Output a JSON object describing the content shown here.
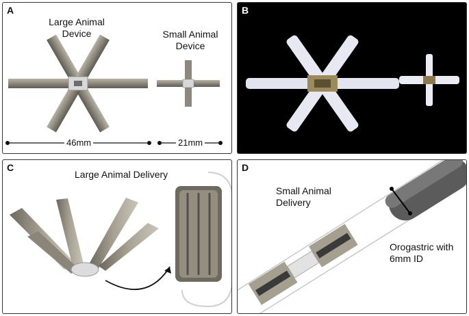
{
  "panelA": {
    "label": "A",
    "large_caption": "Large Animal\nDevice",
    "small_caption": "Small Animal\nDevice",
    "large_scale": "46mm",
    "small_scale": "21mm"
  },
  "panelB": {
    "label": "B"
  },
  "panelC": {
    "label": "C",
    "caption": "Large Animal Delivery"
  },
  "panelD": {
    "label": "D",
    "caption": "Small Animal\nDelivery",
    "tube_caption": "Orogastric with\n6mm ID"
  }
}
